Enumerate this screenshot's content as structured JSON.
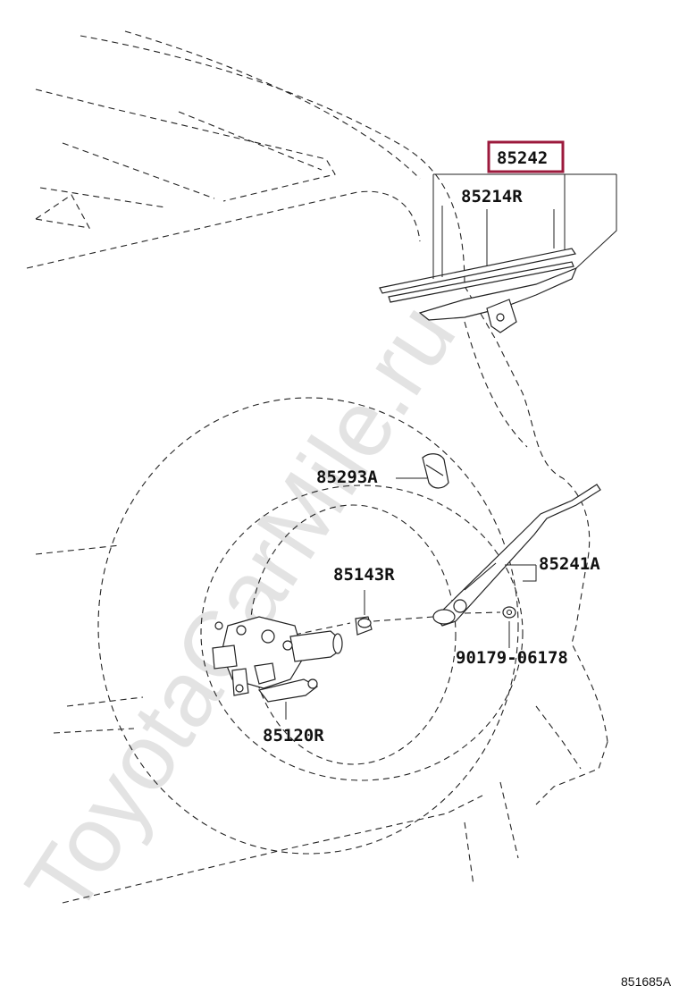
{
  "watermark": "ToyotaCarMile.ru",
  "diagram_id": "851685A",
  "highlight_color": "#9c1a3c",
  "labels": {
    "blade_assembly": "85242",
    "blade_rubber": "85214R",
    "cap": "85293A",
    "grommet": "85143R",
    "arm": "85241A",
    "nut": "90179-06178",
    "motor": "85120R"
  }
}
